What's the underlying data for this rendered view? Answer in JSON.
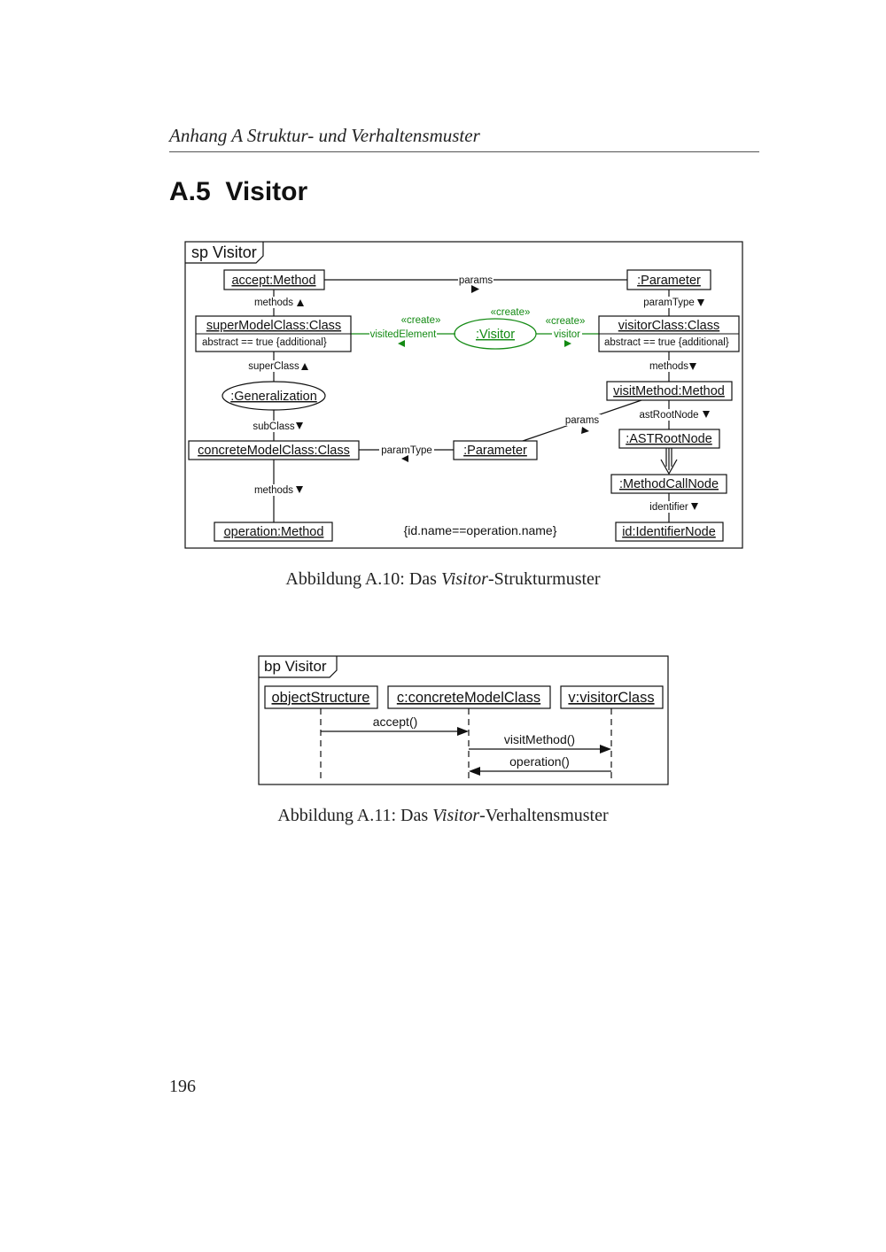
{
  "header": {
    "running_title": "Anhang A  Struktur- und Verhaltensmuster"
  },
  "section": {
    "title": "A.5  Visitor"
  },
  "colors": {
    "ink": "#111111",
    "create": "#138a13"
  },
  "figure_structure": {
    "frame_label": "sp Visitor",
    "objects": {
      "accept_method": "accept:Method",
      "parameter_top": ":Parameter",
      "super_model_class": "superModelClass:Class",
      "super_model_constraint": "abstract == true {additional}",
      "visitor": ":Visitor",
      "visitor_class": "visitorClass:Class",
      "visitor_class_constraint": "abstract == true {additional}",
      "generalization": ":Generalization",
      "visit_method": "visitMethod:Method",
      "ast_root_node": ":ASTRootNode",
      "concrete_model_class": "concreteModelClass:Class",
      "parameter_mid": ":Parameter",
      "method_call_node": ":MethodCallNode",
      "operation_method": "operation:Method",
      "identifier_node": "id:IdentifierNode"
    },
    "links": {
      "params_top": "params",
      "methods_left": "methods",
      "param_type_right": "paramType",
      "create_visitor": "«create»",
      "create_visited_element": "«create»",
      "visited_element": "visitedElement",
      "create_visitor_link": "«create»",
      "visitor_link": "visitor",
      "super_class": "superClass",
      "methods_right": "methods",
      "params_mid": "params",
      "ast_root_node": "astRootNode",
      "sub_class": "subClass",
      "param_type_mid": "paramType",
      "methods_bottom": "methods",
      "identifier": "identifier"
    },
    "constraint": "{id.name==operation.name}",
    "caption_prefix": "Abbildung A.10: Das ",
    "caption_italic": "Visitor",
    "caption_suffix": "-Strukturmuster"
  },
  "figure_behavior": {
    "frame_label": "bp Visitor",
    "lifelines": [
      "objectStructure",
      "c:concreteModelClass",
      "v:visitorClass"
    ],
    "messages": [
      "accept()",
      "visitMethod()",
      "operation()"
    ],
    "caption_prefix": "Abbildung A.11: Das ",
    "caption_italic": "Visitor",
    "caption_suffix": "-Verhaltensmuster"
  },
  "footer": {
    "page_number": "196"
  }
}
